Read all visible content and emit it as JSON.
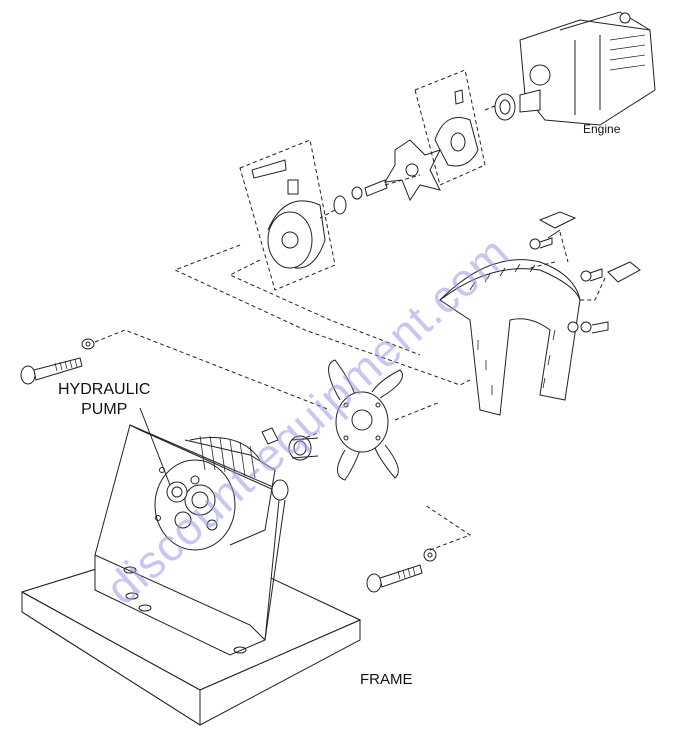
{
  "labels": {
    "engine": "Engine",
    "hydraulic_pump_line1": "HYDRAULIC",
    "hydraulic_pump_line2": "PUMP",
    "frame": "FRAME"
  },
  "watermark": "discount-equipment.com",
  "colors": {
    "line": "#222222",
    "watermark": "#9b9be8"
  }
}
